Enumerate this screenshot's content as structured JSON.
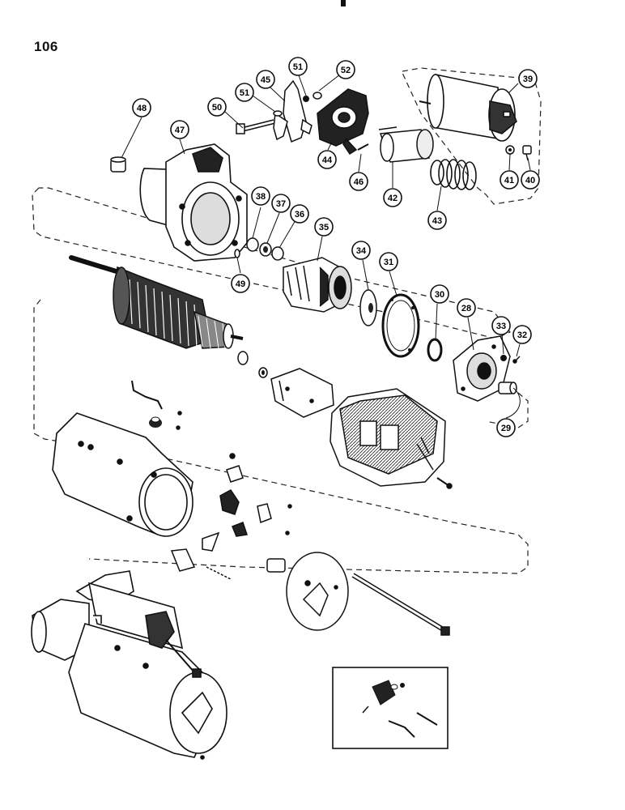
{
  "page": {
    "number": "106"
  },
  "callouts": [
    {
      "id": "c48",
      "label": "48"
    },
    {
      "id": "c47",
      "label": "47"
    },
    {
      "id": "c50",
      "label": "50"
    },
    {
      "id": "c51a",
      "label": "51"
    },
    {
      "id": "c45",
      "label": "45"
    },
    {
      "id": "c51b",
      "label": "51"
    },
    {
      "id": "c52",
      "label": "52"
    },
    {
      "id": "c44",
      "label": "44"
    },
    {
      "id": "c46",
      "label": "46"
    },
    {
      "id": "c42",
      "label": "42"
    },
    {
      "id": "c43",
      "label": "43"
    },
    {
      "id": "c39",
      "label": "39"
    },
    {
      "id": "c41",
      "label": "41"
    },
    {
      "id": "c40",
      "label": "40"
    },
    {
      "id": "c38",
      "label": "38"
    },
    {
      "id": "c37",
      "label": "37"
    },
    {
      "id": "c36",
      "label": "36"
    },
    {
      "id": "c35",
      "label": "35"
    },
    {
      "id": "c34",
      "label": "34"
    },
    {
      "id": "c31",
      "label": "31"
    },
    {
      "id": "c30",
      "label": "30"
    },
    {
      "id": "c28",
      "label": "28"
    },
    {
      "id": "c33",
      "label": "33"
    },
    {
      "id": "c32",
      "label": "32"
    },
    {
      "id": "c49",
      "label": "49"
    },
    {
      "id": "c29",
      "label": "29"
    }
  ]
}
